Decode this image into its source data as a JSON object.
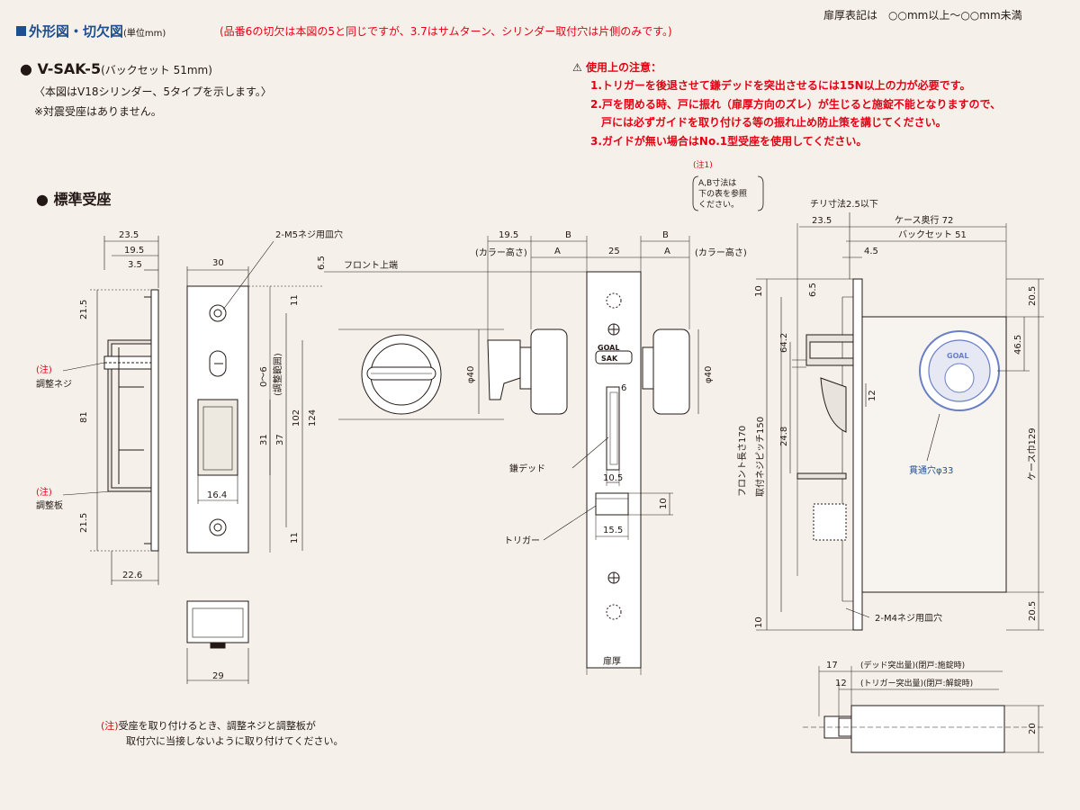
{
  "header": {
    "title": "外形図・切欠図",
    "unit": "(単位mm)",
    "note": "(品番6の切欠は本図の5と同じですが、3.7はサムターン、シリンダー取付穴は片側のみです。)",
    "door_thickness": "扉厚表記は　○○mm以上～○○mm未満"
  },
  "model": {
    "name": "V-SAK-5",
    "backset": "(バックセット 51mm)",
    "subtitle": "〈本図はV18シリンダー、5タイプを示します。〉",
    "note": "※対震受座はありません。"
  },
  "caution": {
    "heading": "使用上の注意：",
    "items": [
      "1.トリガーを後退させて鎌デッドを突出させるには15N以上の力が必要です。",
      "2.戸を閉める時、戸に振れ（扉厚方向のズレ）が生じると施錠不能となりますので、",
      "　戸には必ずガイドを取り付ける等の振れ止め防止策を講じてください。",
      "3.ガイドが無い場合はNo.1型受座を使用してください。"
    ]
  },
  "section": {
    "standard_strike": "標準受座"
  },
  "footnote": {
    "mark": "(注)",
    "line1": "受座を取り付けるとき、調整ネジと調整板が",
    "line2": "取付穴に当接しないように取り付けてください。"
  },
  "strike": {
    "dims": {
      "d23_5": "23.5",
      "d19_5": "19.5",
      "d3_5": "3.5",
      "d21_5a": "21.5",
      "d81": "81",
      "d21_5b": "21.5",
      "d22_6": "22.6",
      "d30": "30",
      "d6_5": "6.5",
      "d11a": "11",
      "d0_6": "0～6",
      "d_range": "(調整範囲)",
      "d31": "31",
      "d37": "37",
      "d102": "102",
      "d124": "124",
      "d11b": "11",
      "d16_4": "16.4",
      "d29": "29"
    },
    "labels": {
      "screw_hole": "2-M5ネジ用皿穴",
      "adj_screw_mark": "(注)",
      "adj_screw": "調整ネジ",
      "adj_plate_mark": "(注)",
      "adj_plate": "調整板"
    }
  },
  "front": {
    "dims": {
      "d19_5": "19.5",
      "B1": "B",
      "B2": "B",
      "A1": "A",
      "d25": "25",
      "A2": "A",
      "collar_l": "(カラー高さ)",
      "collar_r": "(カラー高さ)",
      "phi40_l": "φ40",
      "phi40_r": "φ40",
      "d6": "6",
      "d10_5": "10.5",
      "d10": "10",
      "d15_5": "15.5"
    },
    "labels": {
      "front_top": "フロント上端",
      "dead": "鎌デッド",
      "trigger": "トリガー",
      "door_thickness": "扉厚",
      "brand1": "GOAL",
      "brand2": "SAK"
    },
    "note": {
      "mark": "(注1)",
      "l1": "A,B寸法は",
      "l2": "下の表を参照",
      "l3": "ください。"
    }
  },
  "side": {
    "dims": {
      "chiri": "チリ寸法2.5以下",
      "d23_5": "23.5",
      "case_depth": "ケース奥行 72",
      "backset": "バックセット 51",
      "d4_5": "4.5",
      "d10a": "10",
      "d6_5": "6.5",
      "d64_2": "64.2",
      "d12": "12",
      "d24_8": "24.8",
      "front_len": "フロント長さ170",
      "pitch": "取付ネジピッチ150",
      "d20_5a": "20.5",
      "d46_5": "46.5",
      "case_width": "ケース巾129",
      "d20_5b": "20.5",
      "d10b": "10",
      "d17": "17",
      "d12b": "12",
      "d20": "20",
      "hole": "貫通穴φ33",
      "screw": "2-M4ネジ用皿穴"
    },
    "labels": {
      "dead_proj": "(デッド突出量)(閉戸:施錠時)",
      "trigger_proj": "(トリガー突出量)(閉戸:解錠時)",
      "brand": "GOAL"
    }
  },
  "colors": {
    "accent_blue": "#1d4f91",
    "warning_red": "#e60012",
    "background": "#f5f0ea",
    "line": "#231815",
    "cylinder_blue": "#6a7fc4"
  }
}
